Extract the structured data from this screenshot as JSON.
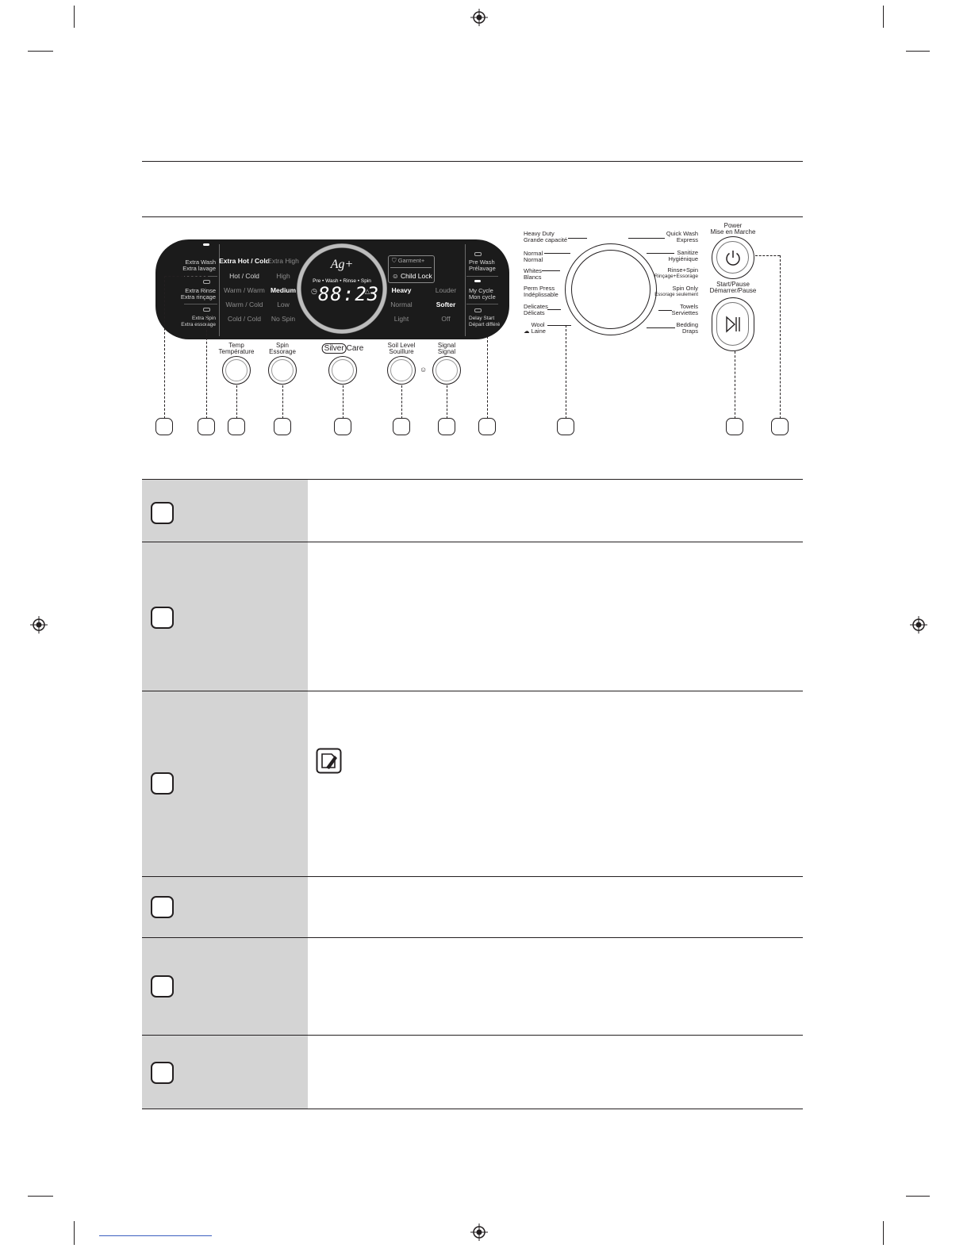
{
  "control_panel": {
    "left_options": [
      {
        "en": "Extra Wash",
        "fr": "Extra lavage"
      },
      {
        "en": "Extra Rinse",
        "fr": "Extra rinçage"
      },
      {
        "en": "Extra Spin",
        "fr": "Extra essorage"
      }
    ],
    "temp_options": [
      "Extra Hot / Cold",
      "Hot / Cold",
      "Warm / Warm",
      "Warm / Cold",
      "Cold / Cold"
    ],
    "spin_options": [
      "Extra High",
      "High",
      "Medium",
      "Low",
      "No Spin"
    ],
    "logo": "Ag+",
    "cycle_progress": "Pre • Wash • Rinse • Spin",
    "display_time": "88:23",
    "garment_label": "Garment+",
    "child_lock_label": "Child Lock",
    "soil_options": [
      "Heavy",
      "Normal",
      "Light"
    ],
    "signal_options": [
      "Louder",
      "Softer",
      "Off"
    ],
    "right_options": [
      {
        "en": "Pre Wash",
        "fr": "Prélavage"
      },
      {
        "en": "My Cycle",
        "fr": "Mon cycle"
      },
      {
        "en": "Delay Start",
        "fr": "Départ différé"
      }
    ]
  },
  "knob_labels": {
    "temp": {
      "en": "Temp",
      "fr": "Température"
    },
    "spin": {
      "en": "Spin",
      "fr": "Essorage"
    },
    "silvercare": {
      "a": "Silver",
      "b": "Care"
    },
    "soil": {
      "en": "Soil Level",
      "fr": "Souillure"
    },
    "signal": {
      "en": "Signal",
      "fr": "Signal"
    }
  },
  "dial": {
    "left_cycles": [
      {
        "en": "Heavy Duty",
        "fr": "Grande capacité"
      },
      {
        "en": "Normal",
        "fr": "Normal"
      },
      {
        "en": "Whites",
        "fr": "Blancs"
      },
      {
        "en": "Perm Press",
        "fr": "Indéplissable"
      },
      {
        "en": "Delicates",
        "fr": "Délicats"
      },
      {
        "en": "Wool",
        "fr": "Laine"
      }
    ],
    "right_cycles": [
      {
        "en": "Quick Wash",
        "fr": "Express"
      },
      {
        "en": "Sanitize",
        "fr": "Hygiénique"
      },
      {
        "en": "Rinse+Spin",
        "fr": "Rinçage+Essorage"
      },
      {
        "en": "Spin Only",
        "fr": "Essorage seulement"
      },
      {
        "en": "Towels",
        "fr": "Serviettes"
      },
      {
        "en": "Bedding",
        "fr": "Draps"
      }
    ]
  },
  "power": {
    "en": "Power",
    "fr": "Mise en Marche"
  },
  "start_pause": {
    "en": "Start/Pause",
    "fr": "Démarrer/Pause"
  }
}
